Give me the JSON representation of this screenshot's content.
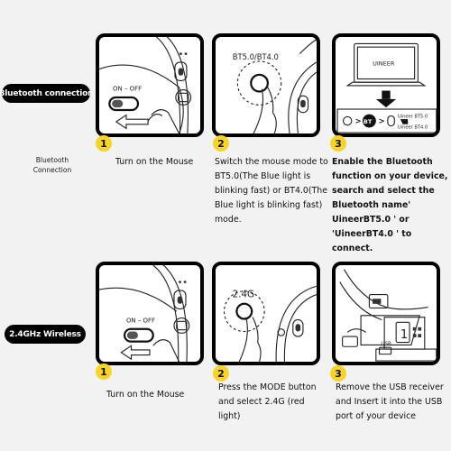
{
  "bluetooth": {
    "pill": "Bluetooth connection",
    "side_label": "Bluetooth Connection",
    "steps": [
      {
        "num": "1",
        "text": "Turn on the Mouse",
        "switch_label": "ON – OFF"
      },
      {
        "num": "2",
        "text": "Switch the mouse mode to BT5.0(The Blue light is blinking fast) or BT4.0(The Blue light is blinking fast) mode.",
        "mode_label": "BT5.0/BT4.0"
      },
      {
        "num": "3",
        "text": "Enable the Bluetooth function on your device, search and select the Bluetooth name' UineerBT5.0 ' or 'UineerBT4.0 ' to connect.",
        "laptop_label": "UINEER",
        "bt_label": "BT",
        "name_1": "Uineer BT5.0",
        "name_2": "Uineer BT4.0"
      }
    ]
  },
  "wireless": {
    "pill": "2.4GHz Wireless",
    "steps": [
      {
        "num": "1",
        "text": "Turn on the Mouse",
        "switch_label": "ON – OFF"
      },
      {
        "num": "2",
        "text": "Press the MODE button and select 2.4G (red light)",
        "mode_label": "2.4G"
      },
      {
        "num": "3",
        "text": "Remove the USB receiver and Insert it into the USB port of your device",
        "usb_label": "USB",
        "port_label": "1"
      }
    ]
  }
}
